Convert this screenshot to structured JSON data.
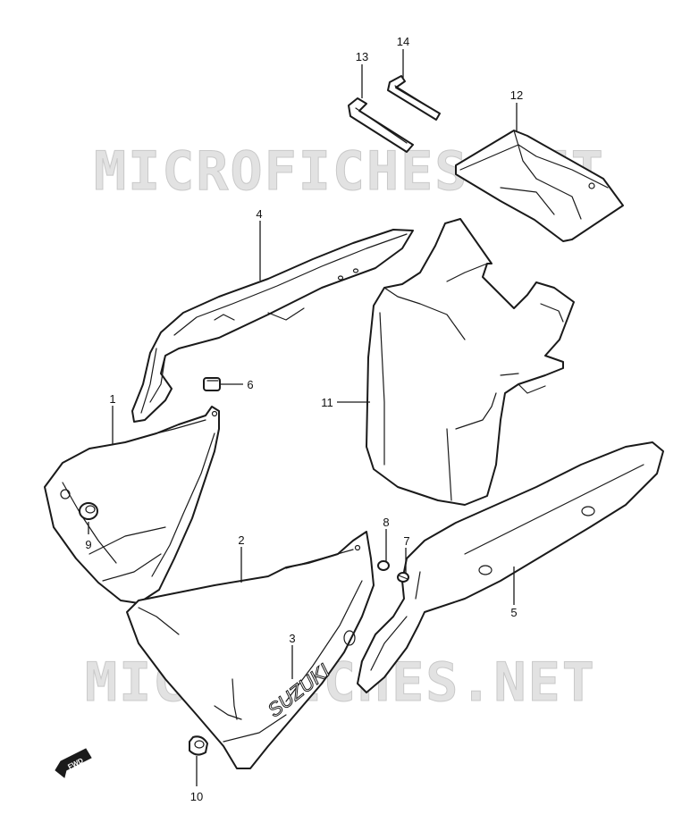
{
  "watermarks": [
    "MICROFICHES.NET",
    "MICROFICHES.NET"
  ],
  "brand_text": "SUZUKI",
  "fwd_label": "FWD",
  "callouts": [
    {
      "id": "13",
      "label": "13"
    },
    {
      "id": "14",
      "label": "14"
    },
    {
      "id": "12",
      "label": "12"
    },
    {
      "id": "4",
      "label": "4"
    },
    {
      "id": "6",
      "label": "6"
    },
    {
      "id": "1",
      "label": "1"
    },
    {
      "id": "11",
      "label": "11"
    },
    {
      "id": "9",
      "label": "9"
    },
    {
      "id": "2",
      "label": "2"
    },
    {
      "id": "8",
      "label": "8"
    },
    {
      "id": "7",
      "label": "7"
    },
    {
      "id": "5",
      "label": "5"
    },
    {
      "id": "3",
      "label": "3"
    },
    {
      "id": "10",
      "label": "10"
    }
  ]
}
